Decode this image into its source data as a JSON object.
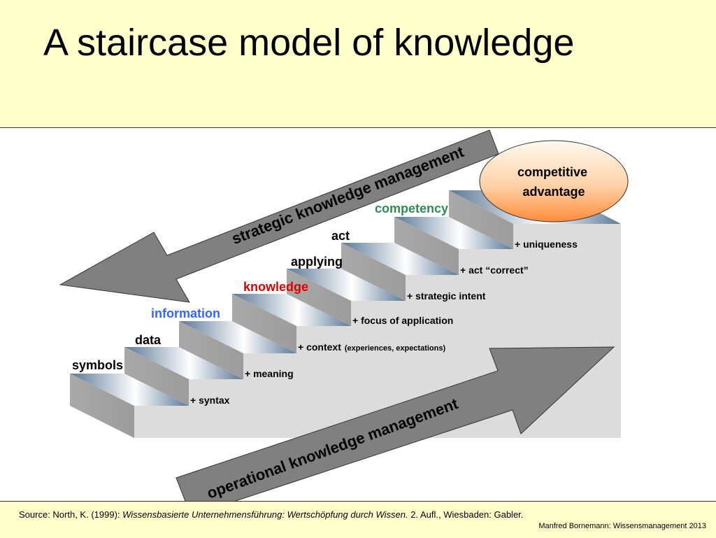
{
  "title": "A staircase model of knowledge",
  "colors": {
    "header_bg": "#ffffcc",
    "information": "#3366ff",
    "knowledge": "#e00000",
    "competency": "#2e8b57",
    "ellipse_top": "#fff8ee",
    "ellipse_bottom": "#ff8c3a"
  },
  "steps": [
    {
      "label": "symbols",
      "increment": "+ syntax"
    },
    {
      "label": "data",
      "increment": "+ meaning"
    },
    {
      "label": "information",
      "increment": "+ context",
      "increment_note": "(experiences, expectations)"
    },
    {
      "label": "knowledge",
      "increment": "+ focus of application"
    },
    {
      "label": "applying",
      "increment": "+ strategic intent"
    },
    {
      "label": "act",
      "increment": "+ act “correct”"
    },
    {
      "label": "competency",
      "increment": "+ uniqueness"
    }
  ],
  "ellipse": {
    "line1": "competitive",
    "line2": "advantage"
  },
  "arrows": {
    "strategic": "strategic  knowledge management",
    "operational": "operational  knowledge management"
  },
  "footer": {
    "source_prefix": "Source: North, K. (1999): ",
    "source_title": "Wissensbasierte Unternehmensführung: Wertschöpfung durch Wissen.",
    "source_suffix": " 2. Aufl., Wiesbaden: Gabler.",
    "credit": "Manfred Bornemann: Wissensmanagement 2013"
  }
}
